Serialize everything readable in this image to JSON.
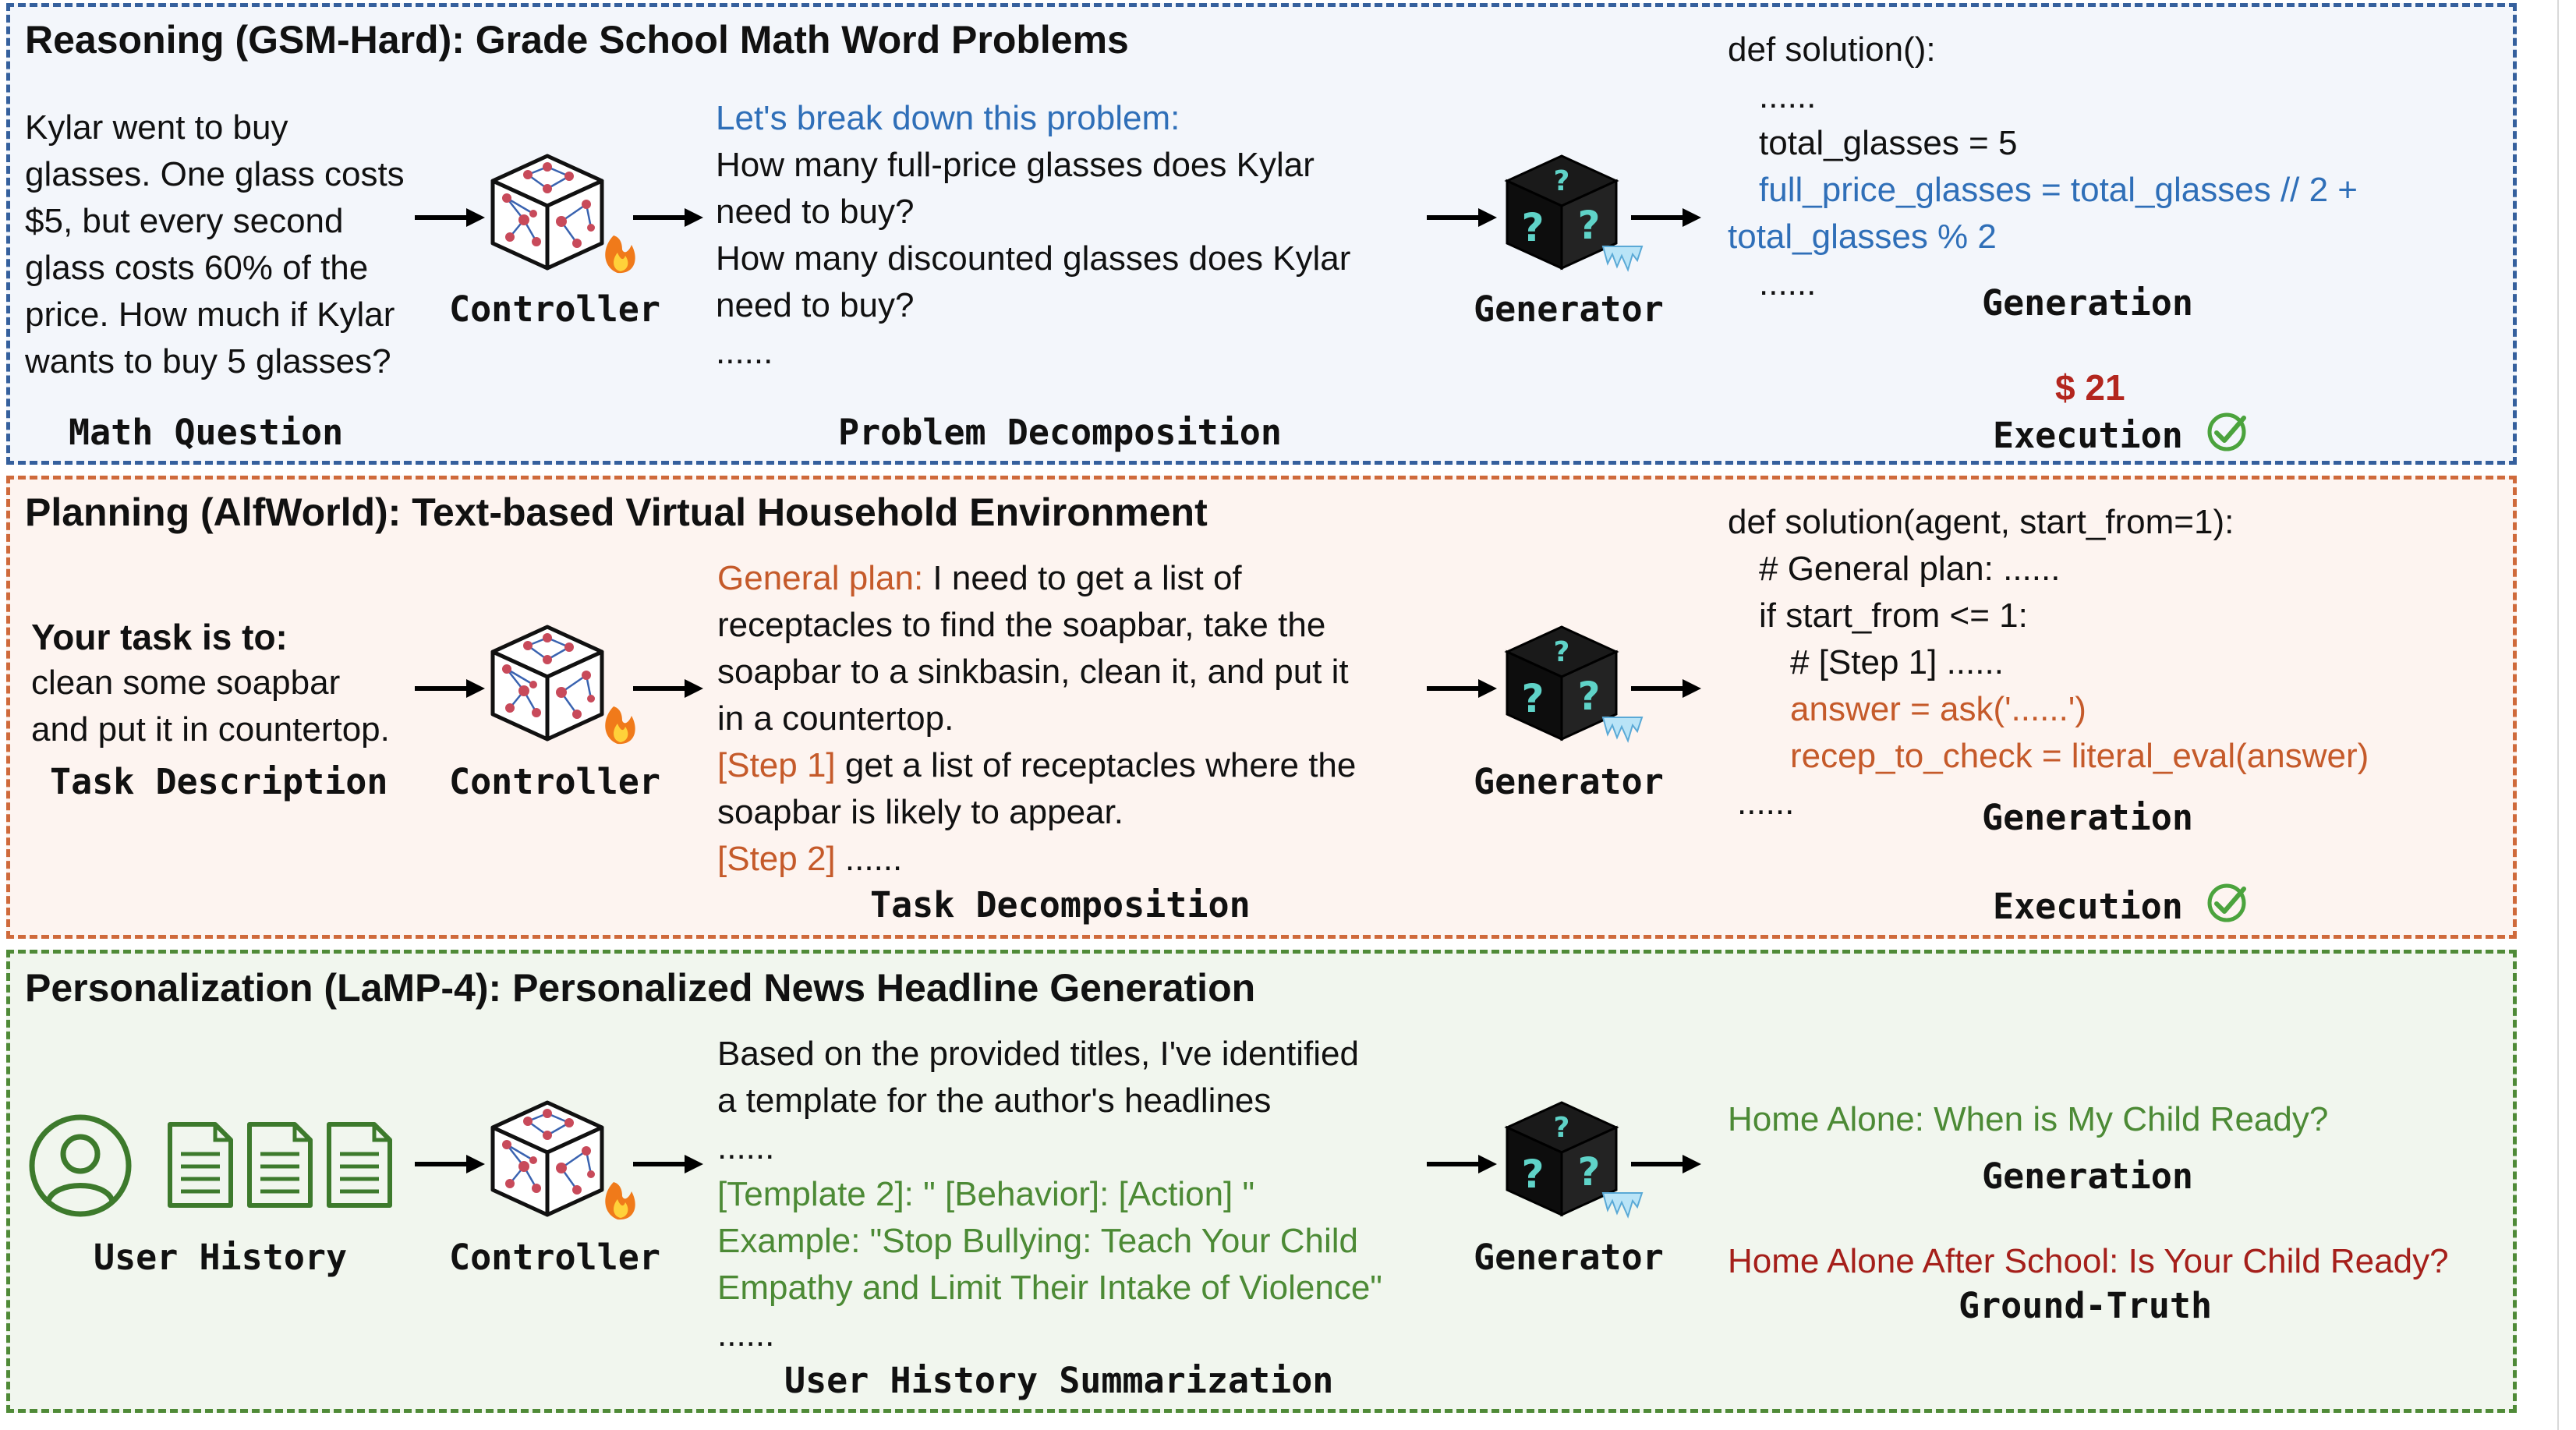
{
  "colors": {
    "reasoning_border": "#35609d",
    "planning_border": "#cf6a3b",
    "personalization_border": "#4f8a37",
    "blue_text": "#2f6fb8",
    "orange_text": "#c55a2a",
    "green_text": "#4c8a35",
    "red_text": "#b3261e"
  },
  "icons": {
    "controller": "cube-network-flame-icon",
    "generator": "black-box-question-ice-icon",
    "user": "user-avatar-icon",
    "document": "document-icon",
    "arrow": "arrow-right-icon",
    "check": "check-circle-icon"
  },
  "reasoning": {
    "title": "Reasoning (GSM-Hard): Grade School Math Word Problems",
    "question": [
      "Kylar went to buy",
      "glasses. One glass costs",
      "$5, but every second",
      "glass costs 60% of the",
      "price. How much if Kylar",
      "wants to buy 5 glasses?"
    ],
    "question_label": "Math Question",
    "controller_label": "Controller",
    "decomp_intro": "Let's break down this problem:",
    "decomp": [
      "How many full-price glasses does Kylar",
      "need to buy?",
      "How many discounted glasses does Kylar",
      "need to buy?",
      "......"
    ],
    "decomp_label": "Problem Decomposition",
    "generator_label": "Generator",
    "code": {
      "l1": "def solution():",
      "l2": "......",
      "l3": "total_glasses = 5",
      "l4": "full_price_glasses = total_glasses // 2 +",
      "l5": "total_glasses % 2",
      "l6": "......"
    },
    "generation_label": "Generation",
    "result": "$ 21",
    "execution_label": "Execution"
  },
  "planning": {
    "title": "Planning (AlfWorld): Text-based Virtual Household Environment",
    "task_heading": "Your task is to:",
    "task": [
      "clean some soapbar",
      "and put it in countertop."
    ],
    "task_label": "Task Description",
    "controller_label": "Controller",
    "plan_prefix": "General plan:",
    "plan_first": " I need to get a list of",
    "plan_rest": [
      "receptacles to find the soapbar, take the",
      "soapbar to a sinkbasin, clean it, and put it",
      "in a countertop."
    ],
    "step1_prefix": "[Step 1]",
    "step1_first": " get a list of receptacles where the",
    "step1_rest": "soapbar is likely to appear.",
    "step2_prefix": "[Step 2]",
    "step2_rest": " ......",
    "decomp_label": "Task Decomposition",
    "generator_label": "Generator",
    "code": {
      "l1": "def solution(agent, start_from=1):",
      "l2": "# General plan: ......",
      "l3": "if start_from <= 1:",
      "l4": "# [Step 1] ......",
      "l5": "answer = ask('......')",
      "l6": "recep_to_check = literal_eval(answer)",
      "l7": "......"
    },
    "generation_label": "Generation",
    "execution_label": "Execution"
  },
  "personalization": {
    "title": "Personalization (LaMP-4): Personalized News Headline Generation",
    "history_label": "User History",
    "controller_label": "Controller",
    "summary_plain": [
      "Based on the provided titles, I've identified",
      "a template for the author's headlines",
      "......"
    ],
    "summary_green": [
      "[Template 2]: \" [Behavior]: [Action] \"",
      "Example: \"Stop Bullying: Teach Your Child",
      "Empathy and Limit Their Intake of Violence\""
    ],
    "summary_end": "......",
    "summary_label": "User History Summarization",
    "generator_label": "Generator",
    "generated_headline": "Home Alone: When is My Child Ready?",
    "generation_label": "Generation",
    "truth_headline": "Home Alone After School: Is Your Child Ready?",
    "truth_label": "Ground-Truth"
  }
}
